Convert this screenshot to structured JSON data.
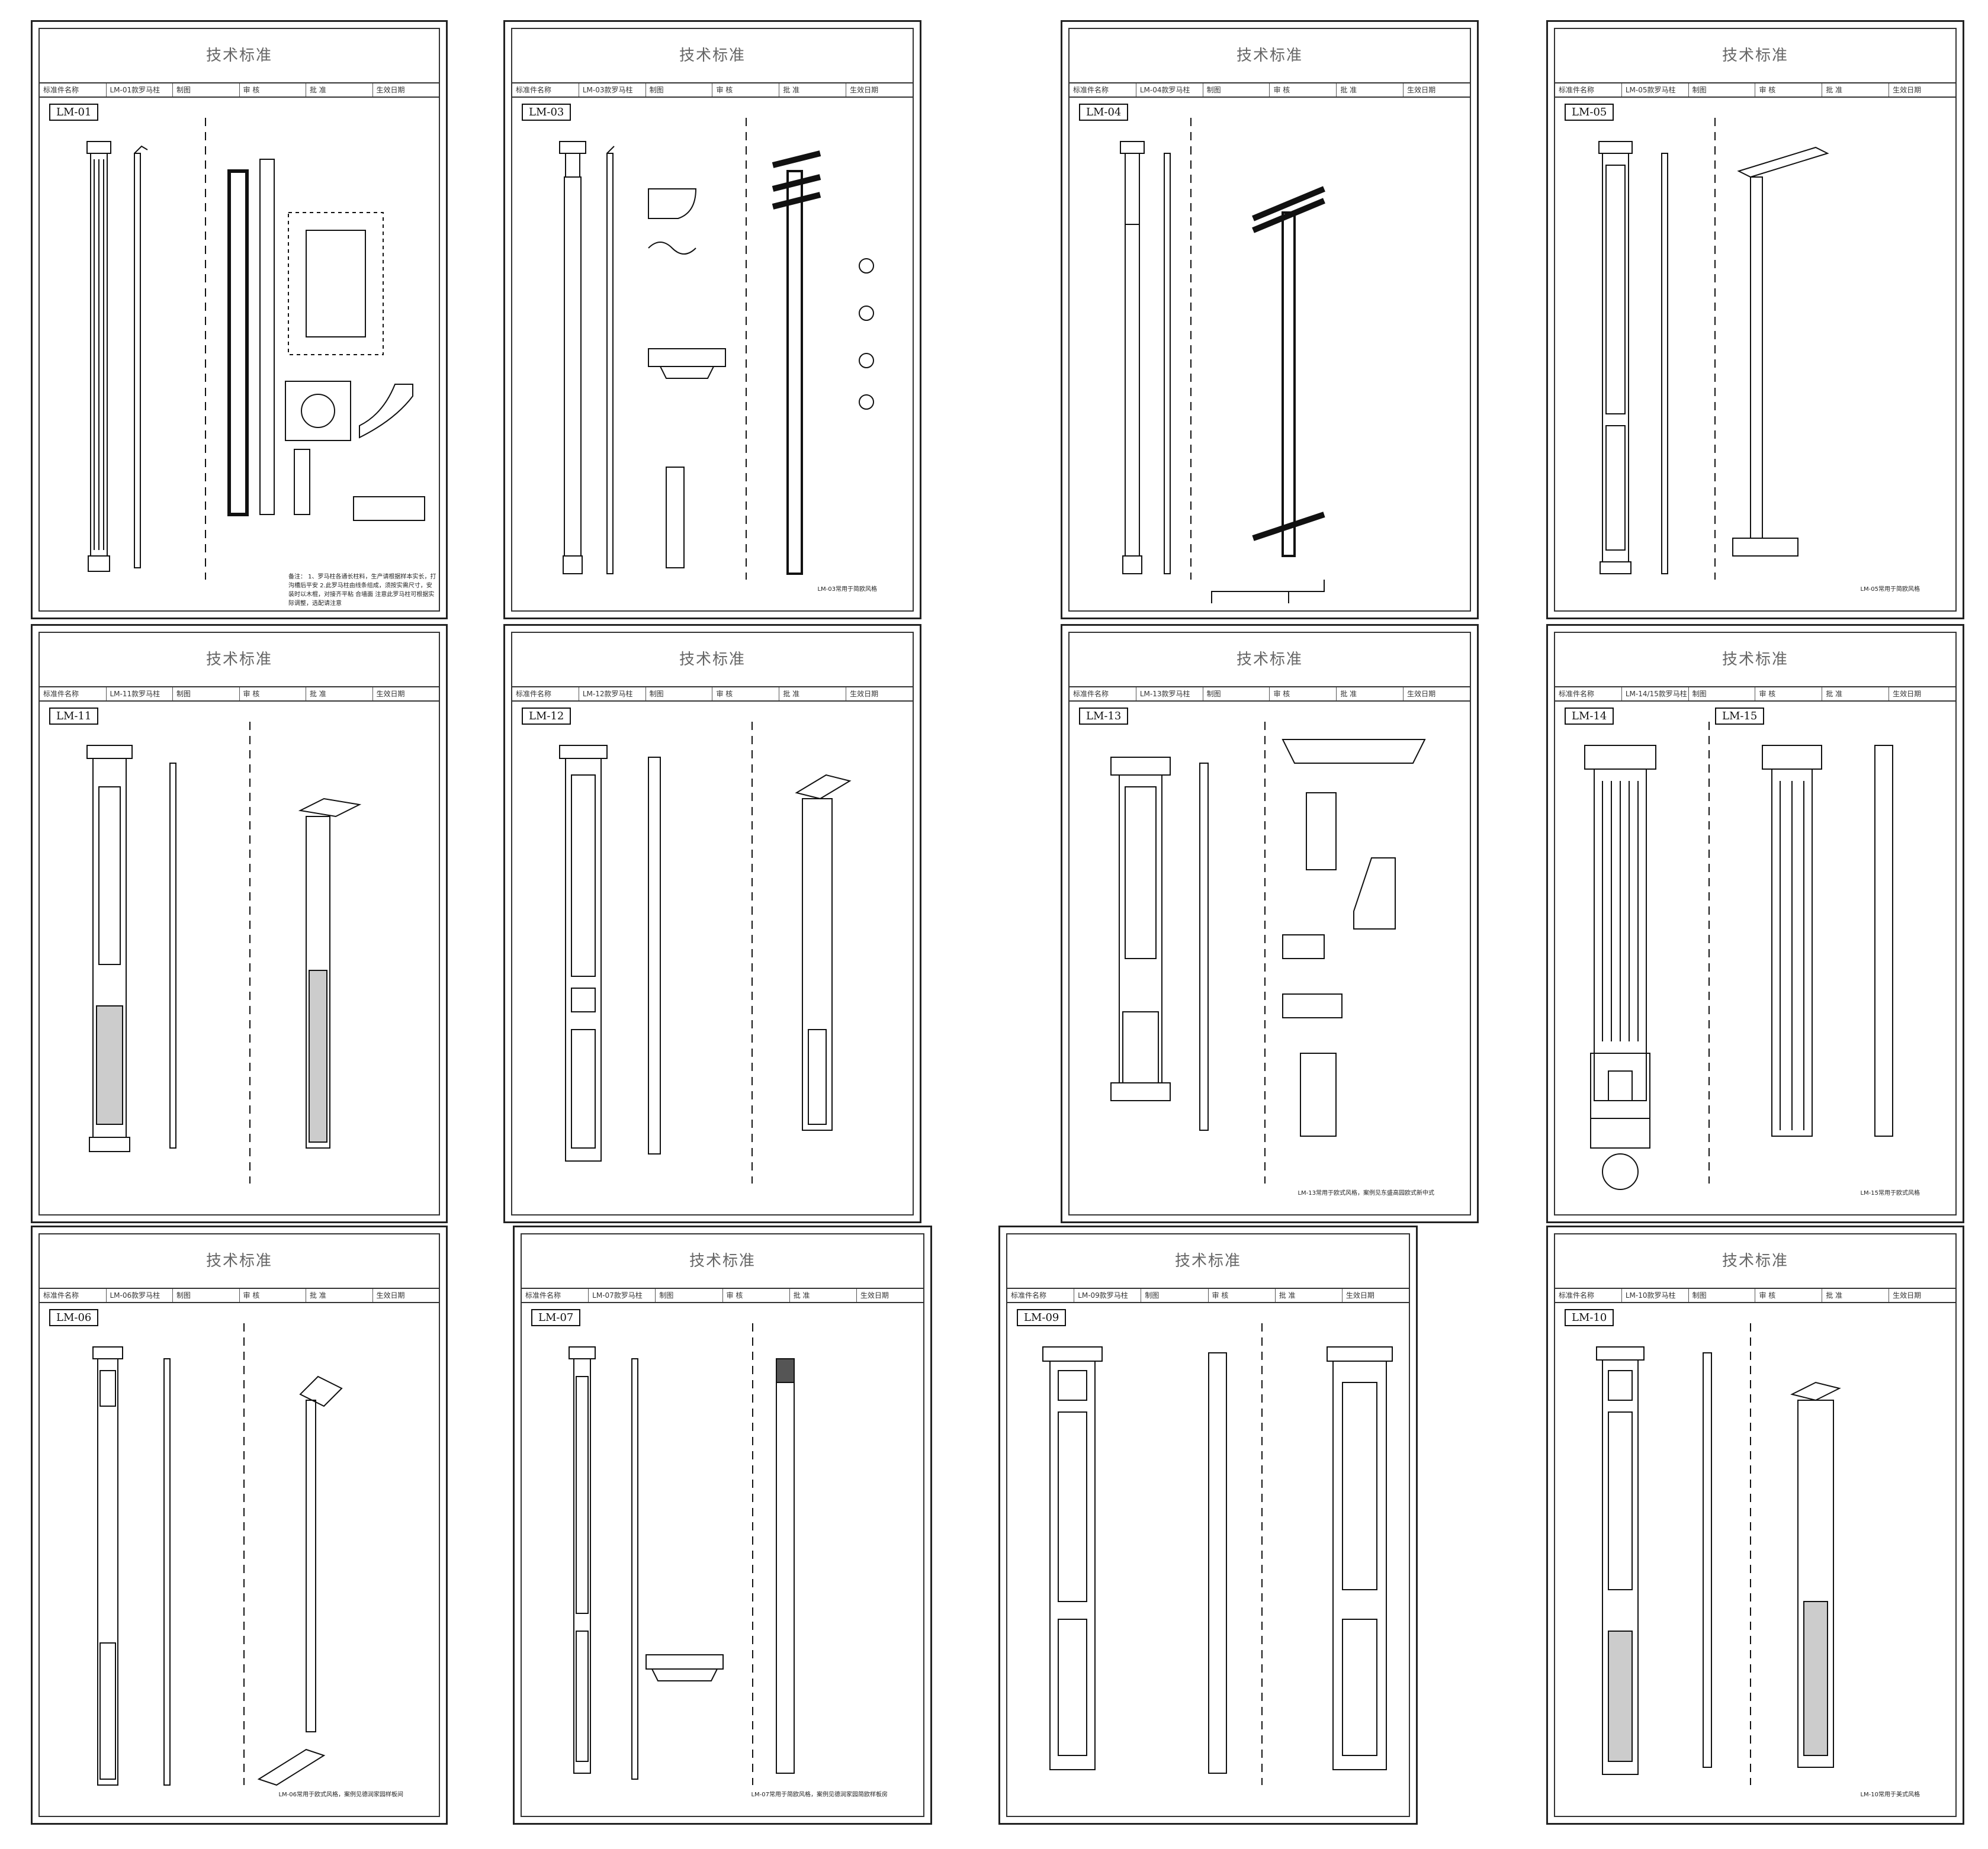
{
  "header": {
    "title": "技术标准",
    "cols": [
      "标准件名称",
      "制图",
      "审 核",
      "批 准",
      "生效日期"
    ]
  },
  "sheets": [
    {
      "code": "LM-01",
      "name": "LM-01款罗马柱",
      "foot": "",
      "note": "备注： 1、罗马柱各通长柱料，生产请根据样本实长，打沟槽后平安 2.此罗马柱由线条组成，须按实需尺寸，安装时以木棍，对接齐平粘 合墙面 注意此罗马柱可根据实际调整，选配请注意"
    },
    {
      "code": "LM-03",
      "name": "LM-03款罗马柱",
      "foot": "LM-03常用于简欧风格"
    },
    {
      "code": "LM-04",
      "name": "LM-04款罗马柱",
      "foot": ""
    },
    {
      "code": "LM-05",
      "name": "LM-05款罗马柱",
      "foot": "LM-05常用于简欧风格"
    },
    {
      "code": "LM-11",
      "name": "LM-11款罗马柱",
      "foot": ""
    },
    {
      "code": "LM-12",
      "name": "LM-12款罗马柱",
      "foot": ""
    },
    {
      "code": "LM-13",
      "name": "LM-13款罗马柱",
      "foot": "LM-13常用于欧式风格，案例见东盛高园欧式新中式"
    },
    {
      "code": "LM-14",
      "code2": "LM-15",
      "name": "LM-14/15款罗马柱",
      "foot": "LM-15常用于欧式风格"
    },
    {
      "code": "LM-06",
      "name": "LM-06款罗马柱",
      "foot": "LM-06常用于欧式风格，案例见德润家园样板间"
    },
    {
      "code": "LM-07",
      "name": "LM-07款罗马柱",
      "foot": "LM-07常用于简欧风格，案例见德润家园简欧样板房"
    },
    {
      "code": "LM-09",
      "name": "LM-09款罗马柱",
      "foot": ""
    },
    {
      "code": "LM-10",
      "name": "LM-10款罗马柱",
      "foot": "LM-10常用于美式风格"
    }
  ],
  "colors": {
    "line": "#111111",
    "frame": "#333333",
    "title": "#666666"
  }
}
